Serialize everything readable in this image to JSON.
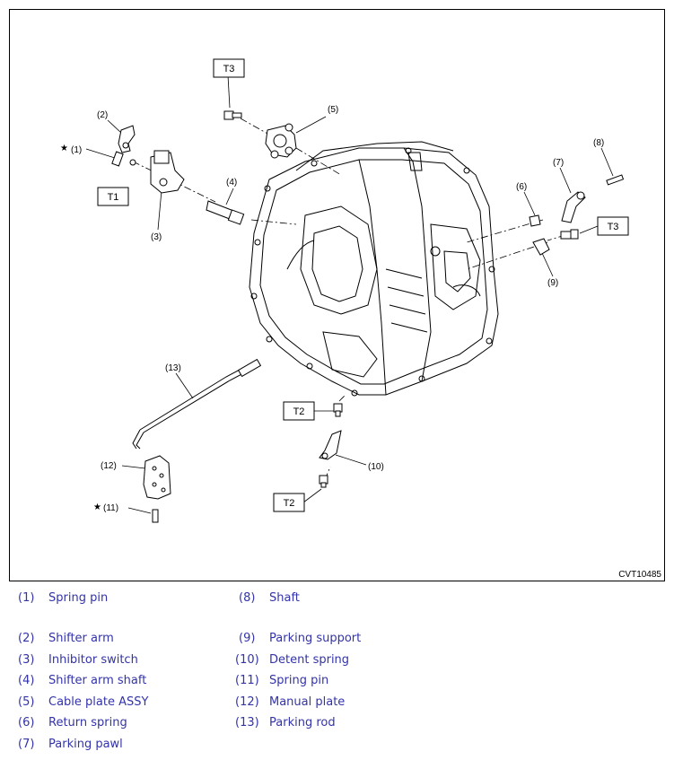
{
  "figure_code": "CVT10485",
  "torque_codes": {
    "t1": "T1",
    "t2": "T2",
    "t3": "T3"
  },
  "callouts": {
    "c1": "(1)",
    "c2": "(2)",
    "c3": "(3)",
    "c4": "(4)",
    "c5": "(5)",
    "c6": "(6)",
    "c7": "(7)",
    "c8": "(8)",
    "c9": "(9)",
    "c10": "(10)",
    "c11": "(11)",
    "c12": "(12)",
    "c13": "(13)"
  },
  "star_mark": "★",
  "legend_left": [
    {
      "num": "(1)",
      "name": "Spring pin"
    },
    {
      "num": "(2)",
      "name": "Shifter arm"
    },
    {
      "num": "(3)",
      "name": "Inhibitor switch"
    },
    {
      "num": "(4)",
      "name": "Shifter arm shaft"
    },
    {
      "num": "(5)",
      "name": "Cable plate ASSY"
    },
    {
      "num": "(6)",
      "name": "Return spring"
    },
    {
      "num": "(7)",
      "name": "Parking pawl"
    }
  ],
  "legend_right": [
    {
      "num": "(8)",
      "name": "Shaft"
    },
    {
      "num": "(9)",
      "name": "Parking support"
    },
    {
      "num": "(10)",
      "name": "Detent spring"
    },
    {
      "num": "(11)",
      "name": "Spring pin"
    },
    {
      "num": "(12)",
      "name": "Manual plate"
    },
    {
      "num": "(13)",
      "name": "Parking rod"
    }
  ],
  "colors": {
    "legend_text": "#3333aa",
    "line": "#000000"
  }
}
